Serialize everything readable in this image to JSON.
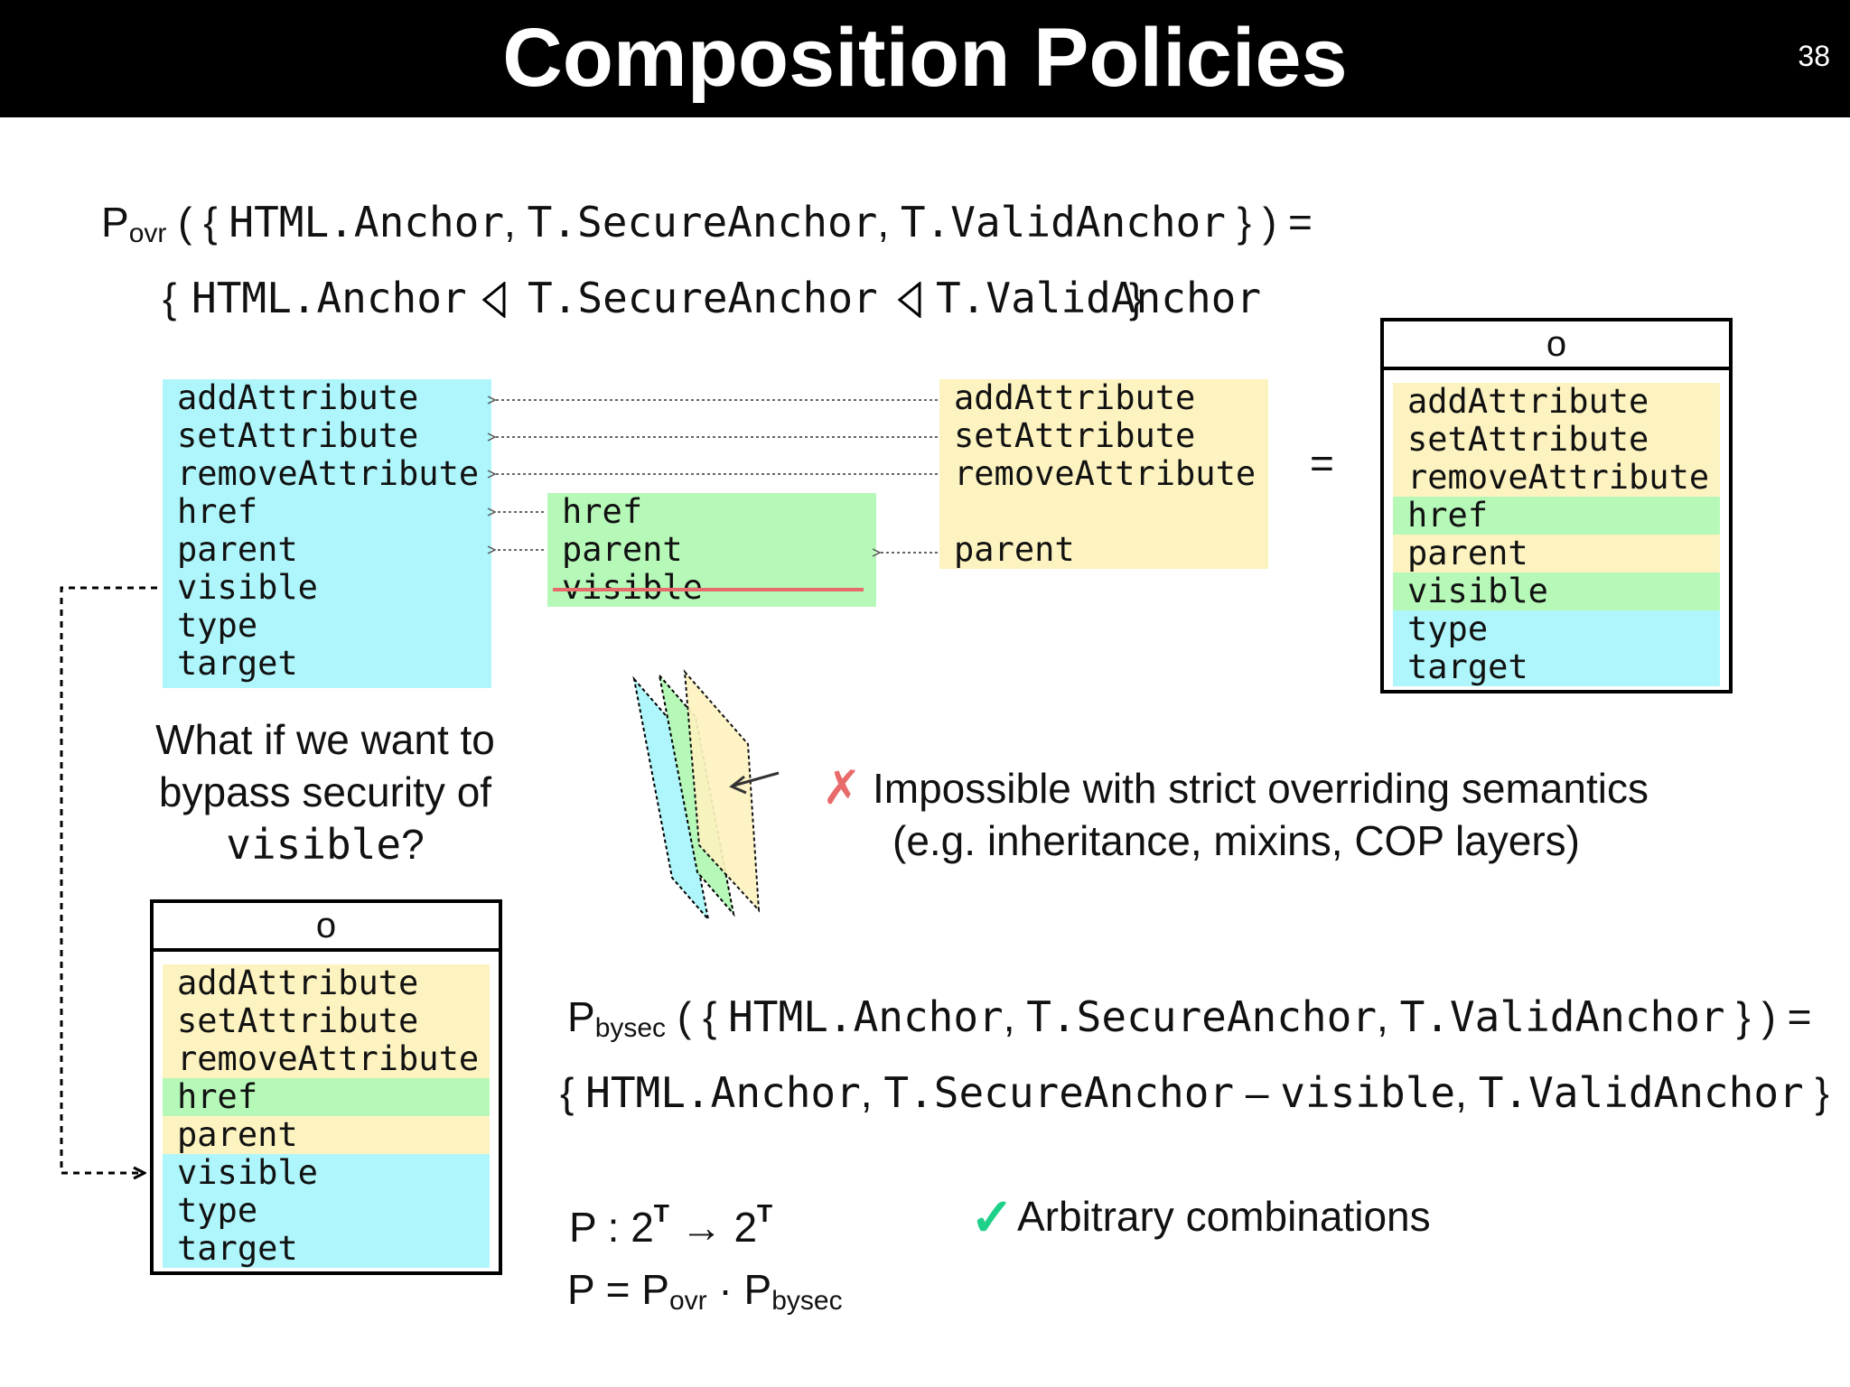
{
  "title": "Composition Policies",
  "slide_number": "38",
  "formula_ovr": {
    "p": "P",
    "sub": "ovr",
    "open": " ( { ",
    "a1": "HTML.Anchor",
    "sep1": ", ",
    "a2": "T.SecureAnchor",
    "sep2": ", ",
    "a3": "T.ValidAnchor",
    "close": " } ) ="
  },
  "formula_ovr_result": {
    "open": "{",
    "a1": "HTML.Anchor",
    "a2": "T.SecureAnchor",
    "a3": "T.ValidAnchor",
    "close": "}"
  },
  "equals_sign": "=",
  "html_anchor_members": [
    "addAttribute",
    "setAttribute",
    "removeAttribute",
    "href",
    "parent",
    "visible",
    "type",
    "target"
  ],
  "secure_anchor_members": [
    "href",
    "parent",
    "visible"
  ],
  "valid_anchor_members": [
    "addAttribute",
    "setAttribute",
    "removeAttribute",
    "parent"
  ],
  "object_label": "o",
  "result_object_rows": [
    {
      "name": "addAttribute",
      "source": "valid"
    },
    {
      "name": "setAttribute",
      "source": "valid"
    },
    {
      "name": "removeAttribute",
      "source": "valid"
    },
    {
      "name": "href",
      "source": "secure"
    },
    {
      "name": "parent",
      "source": "valid"
    },
    {
      "name": "visible",
      "source": "secure"
    },
    {
      "name": "type",
      "source": "html"
    },
    {
      "name": "target",
      "source": "html"
    }
  ],
  "question": {
    "line1": "What if we want to",
    "line2": "bypass security of",
    "line3": "visible",
    "line3_suffix": "?"
  },
  "impossible": {
    "mark": "✗",
    "line1": "Impossible with strict overriding semantics",
    "line2": "(e.g. inheritance, mixins, COP layers)"
  },
  "bypass_object_rows": [
    {
      "name": "addAttribute",
      "source": "valid"
    },
    {
      "name": "setAttribute",
      "source": "valid"
    },
    {
      "name": "removeAttribute",
      "source": "valid"
    },
    {
      "name": "href",
      "source": "secure"
    },
    {
      "name": "parent",
      "source": "valid"
    },
    {
      "name": "visible",
      "source": "html"
    },
    {
      "name": "type",
      "source": "html"
    },
    {
      "name": "target",
      "source": "html"
    }
  ],
  "formula_bysec": {
    "p": "P",
    "sub": "bysec",
    "open": " ( { ",
    "a1": "HTML.Anchor",
    "sep1": ", ",
    "a2": "T.SecureAnchor",
    "sep2": ", ",
    "a3": "T.ValidAnchor",
    "close": " } ) ="
  },
  "formula_bysec_result": {
    "open": "{ ",
    "a1": "HTML.Anchor",
    "sep1": ", ",
    "a2": "T.SecureAnchor",
    "minus": " – ",
    "a2b": "visible",
    "sep2": ", ",
    "a3": "T.ValidAnchor",
    "close": " }"
  },
  "type_formula": {
    "p": "P : 2",
    "t1": "T",
    "arrow": " → 2",
    "t2": "T"
  },
  "compose_formula": {
    "lhs": "P = P",
    "sub1": "ovr",
    "dot": " · P",
    "sub2": "bysec"
  },
  "arbitrary": {
    "mark": "✓",
    "text": "Arbitrary combinations"
  },
  "colors": {
    "html": "#aef6fb",
    "secure": "#b6f8b8",
    "valid": "#fdf3c0",
    "cross": "#e86a6a",
    "check": "#1fd08a"
  }
}
